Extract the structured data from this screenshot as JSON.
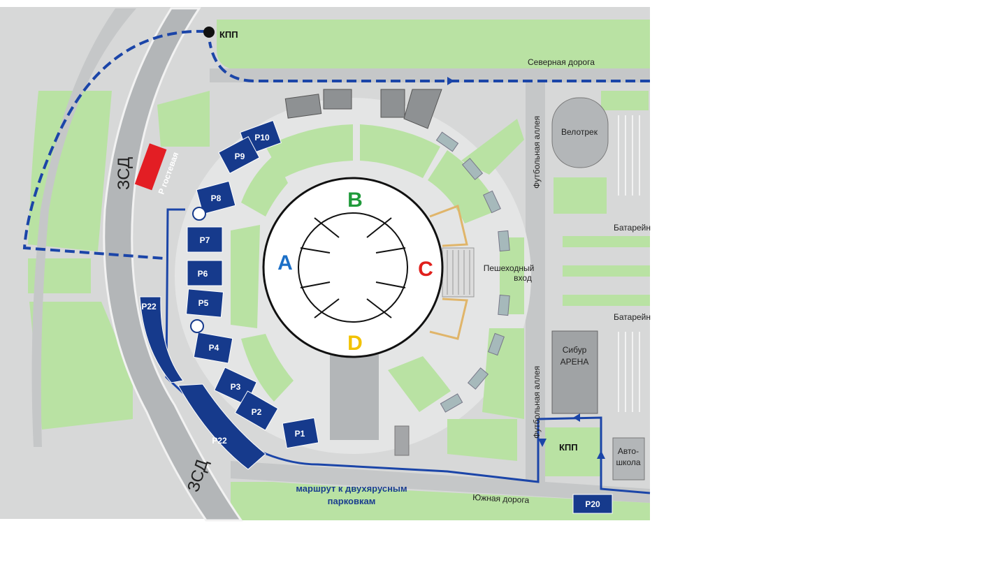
{
  "map": {
    "roads": {
      "zsd_top": "ЗСД",
      "zsd_bottom": "ЗСД",
      "north_road": "Северная дорога",
      "south_road": "Южная дорога",
      "football_alley_top": "Футбольная аллея",
      "football_alley_bottom": "Футбольная аллея",
      "battery_1": "Батарейн",
      "battery_2": "Батарейн"
    },
    "checkpoints": {
      "kpp_north": "КПП",
      "kpp_south": "КПП"
    },
    "buildings": {
      "velotrek": "Велотрек",
      "sibur_line1": "Сибур",
      "sibur_line2": "АРЕНА",
      "autoschool_line1": "Авто-",
      "autoschool_line2": "школа",
      "pedestrian_line1": "Пешеходный",
      "pedestrian_line2": "вход"
    },
    "sectors": {
      "a": {
        "label": "A",
        "color": "#1b6fc7"
      },
      "b": {
        "label": "B",
        "color": "#1f9a3a"
      },
      "c": {
        "label": "C",
        "color": "#e0201c"
      },
      "d": {
        "label": "D",
        "color": "#f2c200"
      }
    },
    "parkings": {
      "p1": "P1",
      "p2": "P2",
      "p3": "P3",
      "p4": "P4",
      "p5": "P5",
      "p6": "P6",
      "p7": "P7",
      "p8": "P8",
      "p9": "P9",
      "p10": "P10",
      "p20": "P20",
      "p22_upper": "P22",
      "p22_lower": "P22",
      "guest": "P гостевая"
    },
    "route_label_line1": "маршрут к двухярусным",
    "route_label_line2": "парковкам",
    "colors": {
      "green": "#b9e2a3",
      "road": "#b3b6b8",
      "parking_blue": "#163a8c",
      "route_blue": "#1b45a8",
      "guest_red": "#e31e24",
      "grey_building": "#8e9193"
    }
  }
}
